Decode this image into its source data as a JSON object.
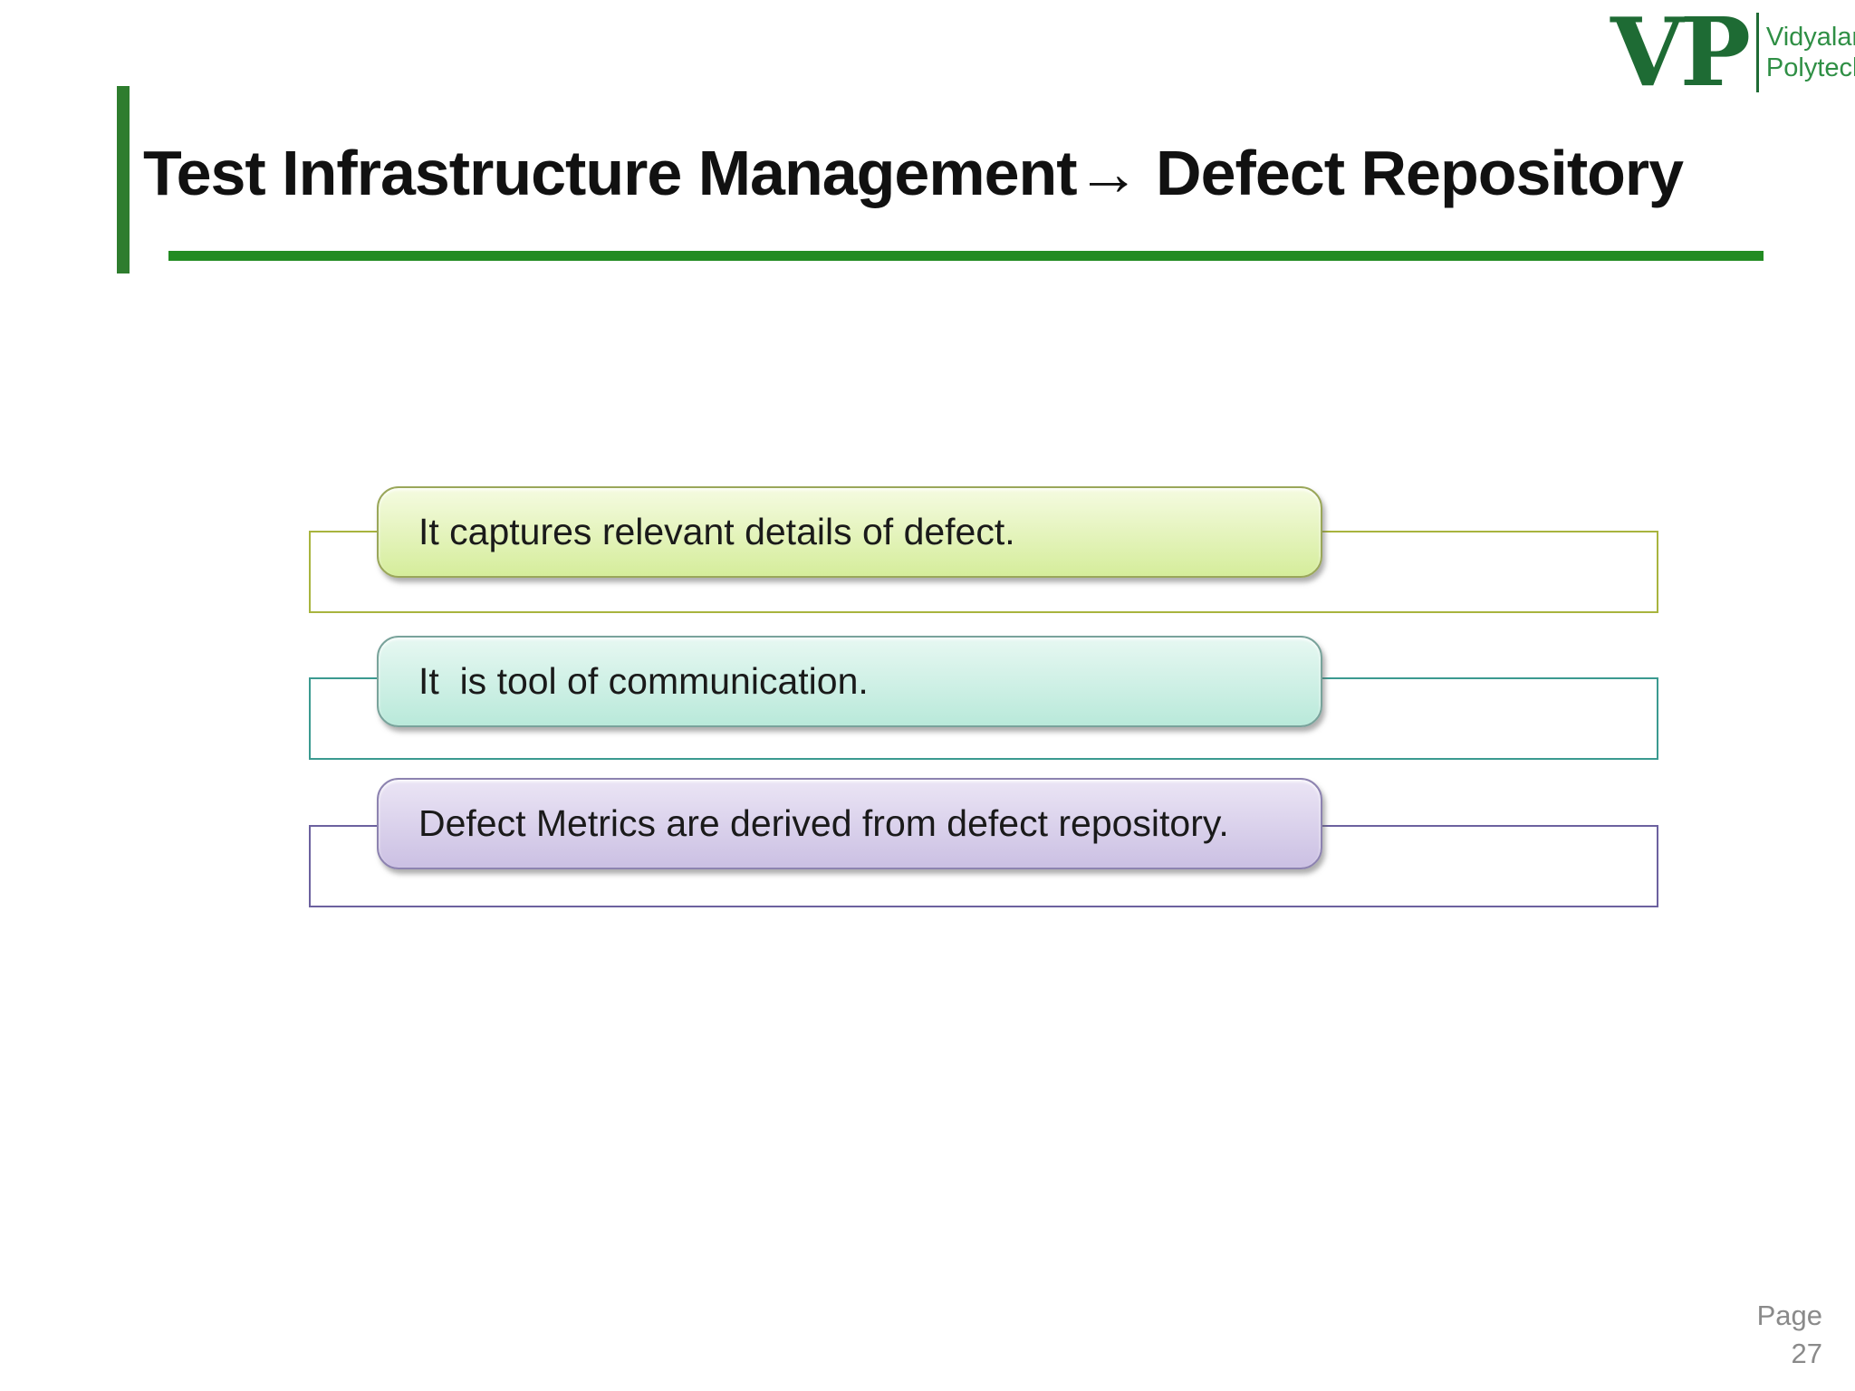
{
  "slide": {
    "title": "Test Infrastructure Management→ Defect Repository",
    "logo": {
      "initials": "VP",
      "line1": "Vidyalankar",
      "line2": "Polytechnic"
    },
    "items": [
      {
        "text": "It captures relevant details of defect.",
        "fill_top": "#f5fbe1",
        "fill_bottom": "#d5ed9b",
        "box_border": "#9aa75a",
        "outline_border": "#a8b43e"
      },
      {
        "text": "It  is tool of communication.",
        "fill_top": "#e7f8f2",
        "fill_bottom": "#b9e9da",
        "box_border": "#79a39b",
        "outline_border": "#3b9a90"
      },
      {
        "text": "Defect Metrics are derived from defect repository.",
        "fill_top": "#ebe5f5",
        "fill_bottom": "#cbc0e3",
        "box_border": "#8d83b0",
        "outline_border": "#6c619f"
      }
    ],
    "footer": {
      "page_label": "Page",
      "page_number": "27"
    },
    "colors": {
      "accent_bar": "#2e7d2e",
      "underline": "#228b22",
      "logo_green": "#1e6b34",
      "logo_text_green": "#2f8f45",
      "title_text": "#111111",
      "footer_gray": "#8a8a8a"
    }
  }
}
